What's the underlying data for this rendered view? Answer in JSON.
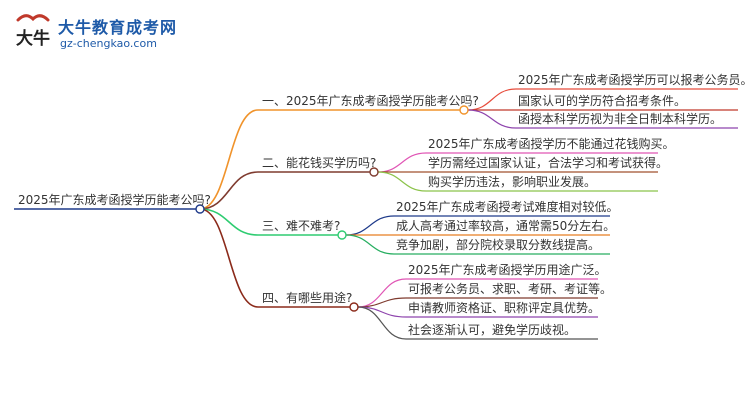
{
  "logo": {
    "title": "大牛教育成考网",
    "url": "gz-chengkao.com",
    "mark_text": "大牛"
  },
  "root": {
    "label": "2025年广东成考函授学历能考公吗?"
  },
  "branches": [
    {
      "label": "一、2025年广东成考函授学历能考公吗?",
      "color": "#f0932b",
      "leaves": [
        {
          "label": "2025年广东成考函授学历可以报考公务员。",
          "color": "#e74c3c"
        },
        {
          "label": "国家认可的学历符合招考条件。",
          "color": "#c0392b"
        },
        {
          "label": "函授本科学历视为非全日制本科学历。",
          "color": "#8e44ad"
        }
      ]
    },
    {
      "label": "二、能花钱买学历吗?",
      "color": "#7f3b2f",
      "leaves": [
        {
          "label": "2025年广东成考函授学历不能通过花钱购买。",
          "color": "#e056b5"
        },
        {
          "label": "学历需经过国家认证，合法学习和考试获得。",
          "color": "#a0522d"
        },
        {
          "label": "购买学历违法，影响职业发展。",
          "color": "#8bc34a"
        }
      ]
    },
    {
      "label": "三、难不难考?",
      "color": "#2ecc71",
      "leaves": [
        {
          "label": "2025年广东成考函授考试难度相对较低。",
          "color": "#1e3a8a"
        },
        {
          "label": "成人高考通过率较高，通常需50分左右。",
          "color": "#e67e22"
        },
        {
          "label": "竞争加剧，部分院校录取分数线提高。",
          "color": "#27ae60"
        }
      ]
    },
    {
      "label": "四、有哪些用途?",
      "color": "#8b2a1a",
      "leaves": [
        {
          "label": "2025年广东成考函授学历用途广泛。",
          "color": "#e056b5"
        },
        {
          "label": "可报考公务员、求职、考研、考证等。",
          "color": "#7f3b2f"
        },
        {
          "label": "申请教师资格证、职称评定具优势。",
          "color": "#8e44ad"
        },
        {
          "label": "社会逐渐认可，避免学历歧视。",
          "color": "#555555"
        }
      ]
    }
  ]
}
